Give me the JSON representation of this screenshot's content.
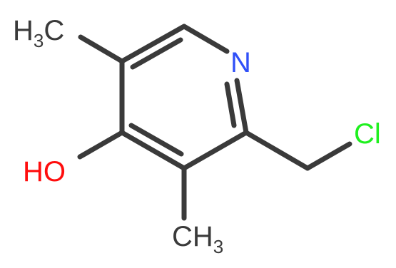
{
  "colors": {
    "bond": "#3a3a3a",
    "carbon": "#3a3a3a",
    "nitrogen": "#3050f8",
    "oxygen": "#ff0d0d",
    "chlorine": "#1ff01f"
  },
  "atoms": {
    "nitrogen": {
      "symbol": "N"
    },
    "hydroxyl": {
      "main": "H",
      "mid": "",
      "end": "O"
    },
    "chlorine": {
      "symbol": "Cl"
    },
    "methyl_top": {
      "main": "H",
      "sub": "3",
      "end": "C"
    },
    "methyl_bottom": {
      "main": "CH",
      "sub": "3"
    }
  }
}
